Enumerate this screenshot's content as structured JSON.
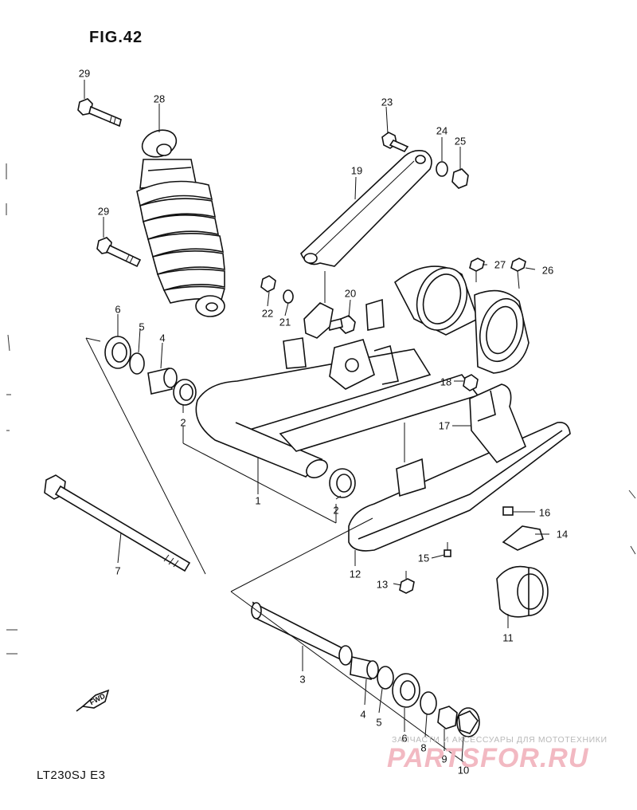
{
  "figure": {
    "title": "FIG.42",
    "model_code": "LT230SJ  E3"
  },
  "callouts": [
    {
      "num": "1"
    },
    {
      "num": "2"
    },
    {
      "num": "2"
    },
    {
      "num": "3"
    },
    {
      "num": "4"
    },
    {
      "num": "4"
    },
    {
      "num": "5"
    },
    {
      "num": "5"
    },
    {
      "num": "6"
    },
    {
      "num": "6"
    },
    {
      "num": "7"
    },
    {
      "num": "8"
    },
    {
      "num": "9"
    },
    {
      "num": "10"
    },
    {
      "num": "11"
    },
    {
      "num": "12"
    },
    {
      "num": "13"
    },
    {
      "num": "14"
    },
    {
      "num": "15"
    },
    {
      "num": "16"
    },
    {
      "num": "17"
    },
    {
      "num": "18"
    },
    {
      "num": "19"
    },
    {
      "num": "20"
    },
    {
      "num": "21"
    },
    {
      "num": "22"
    },
    {
      "num": "23"
    },
    {
      "num": "24"
    },
    {
      "num": "25"
    },
    {
      "num": "26"
    },
    {
      "num": "27"
    },
    {
      "num": "28"
    },
    {
      "num": "29"
    },
    {
      "num": "29"
    }
  ],
  "fwd_label": "FWD",
  "watermark": {
    "tagline": "ЗАПЧАСТИ И АКСЕССУАРЫ ДЛЯ МОТОТЕХНИКИ",
    "brand": "PARTSFOR.RU"
  },
  "colors": {
    "line": "#111111",
    "background": "#ffffff",
    "watermark_brand": "#f2b9c2",
    "watermark_tagline": "#b9b9b9"
  }
}
